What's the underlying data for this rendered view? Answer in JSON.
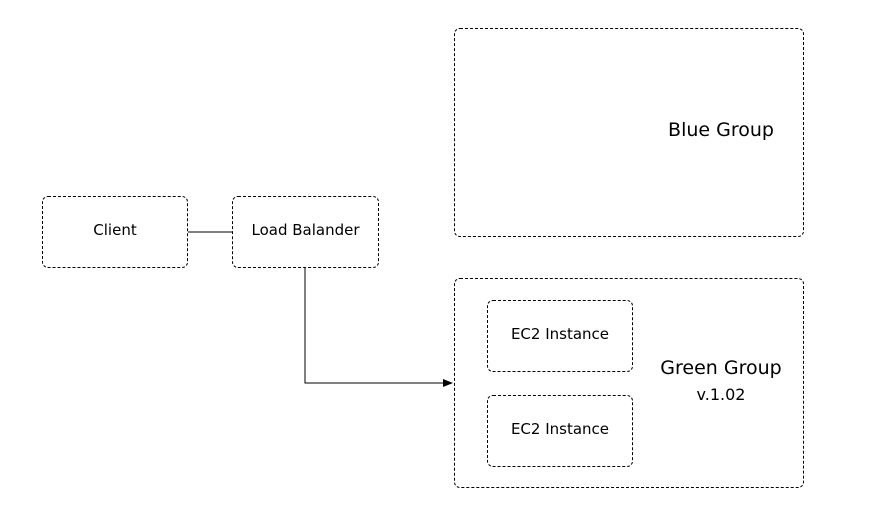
{
  "diagram": {
    "client": {
      "label": "Client"
    },
    "load_balancer": {
      "label": "Load Balander"
    },
    "blue_group": {
      "title": "Blue Group"
    },
    "green_group": {
      "title": "Green Group",
      "version": "v.1.02",
      "instances": [
        {
          "label": "EC2 Instance"
        },
        {
          "label": "EC2 Instance"
        }
      ]
    }
  }
}
